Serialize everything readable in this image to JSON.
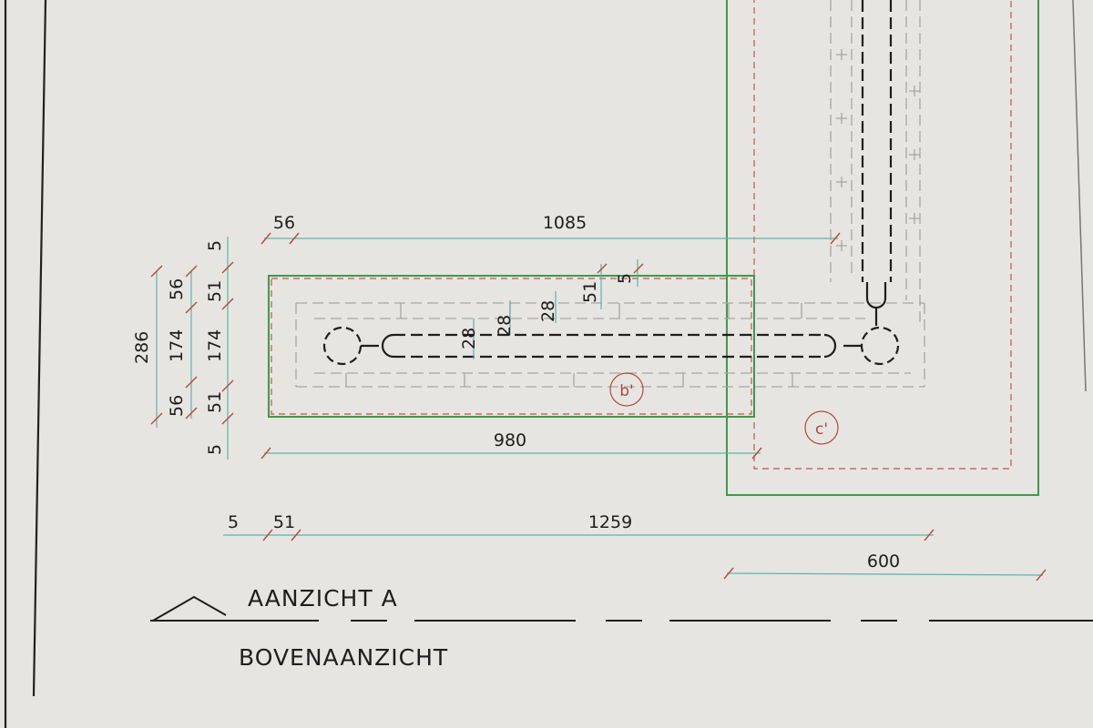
{
  "dimensions": {
    "top_a": "56",
    "top_b": "1085",
    "bottom_inner": "980",
    "bottom_a": "5",
    "bottom_b": "51",
    "bottom_c": "1259",
    "bottom_right": "600",
    "left_total": "286",
    "left_mid_1": "56",
    "left_mid_2": "174",
    "left_mid_3": "56",
    "left_inner_1": "51",
    "left_inner_2": "174",
    "left_inner_3": "51",
    "left_outer_top": "5",
    "left_outer_bottom": "5",
    "inner_28_a": "28",
    "inner_28_b": "28",
    "inner_28_c": "28",
    "inner_51": "51",
    "inner_5": "5"
  },
  "labels": {
    "b": "b'",
    "c": "c'"
  },
  "titles": {
    "section": "AANZICHT A",
    "view": "BOVENAANZICHT"
  },
  "colors": {
    "paper": "#e6e5e1",
    "ink": "#1e1e1e",
    "outline_green": "#3d9a4a",
    "outline_red": "#c0544a",
    "dimension_line": "#5fb3a8",
    "hidden_grey": "#a6a6a6"
  }
}
